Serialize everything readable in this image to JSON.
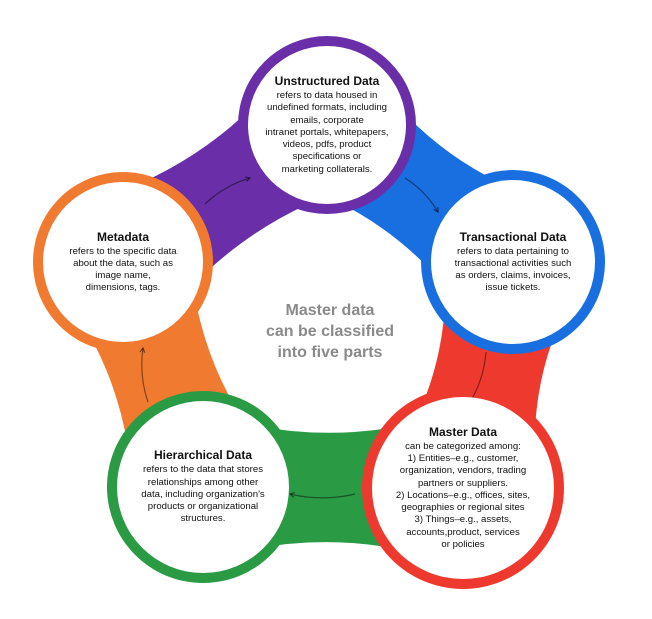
{
  "center_text": [
    "Master data",
    "can be classified",
    "into five parts"
  ],
  "colors": {
    "unstructured": "#6a2fa8",
    "transactional": "#1a6fe0",
    "master": "#ee3a2e",
    "hierarchical": "#2a9a45",
    "metadata": "#f07a30"
  },
  "nodes": [
    {
      "key": "unstructured",
      "title": "Unstructured Data",
      "description": [
        "refers to data housed in",
        "undefined formats, including",
        "emails, corporate",
        "intranet portals, whitepapers,",
        "videos, pdfs, product",
        "specifications or",
        "marketing collaterals."
      ]
    },
    {
      "key": "transactional",
      "title": "Transactional Data",
      "description": [
        "refers to data pertaining to",
        "transactional activities such",
        "as orders, claims, invoices,",
        "issue tickets."
      ]
    },
    {
      "key": "master",
      "title": "Master Data",
      "description": [
        "can be categorized among:",
        "1) Entities–e.g., customer,",
        "organization, vendors, trading",
        "partners or suppliers.",
        "2) Locations–e.g., offices, sites,",
        "geographies or regional sites",
        "3) Things–e.g., assets,",
        "accounts,product, services",
        "or policies"
      ]
    },
    {
      "key": "hierarchical",
      "title": "Hierarchical Data",
      "description": [
        "refers to the data that stores",
        "relationships among other",
        "data, including organization's",
        "products or organizational",
        "structures."
      ]
    },
    {
      "key": "metadata",
      "title": "Metadata",
      "description": [
        "refers to the specific data",
        "about the data, such as",
        "image name,",
        "dimensions, tags."
      ]
    }
  ]
}
